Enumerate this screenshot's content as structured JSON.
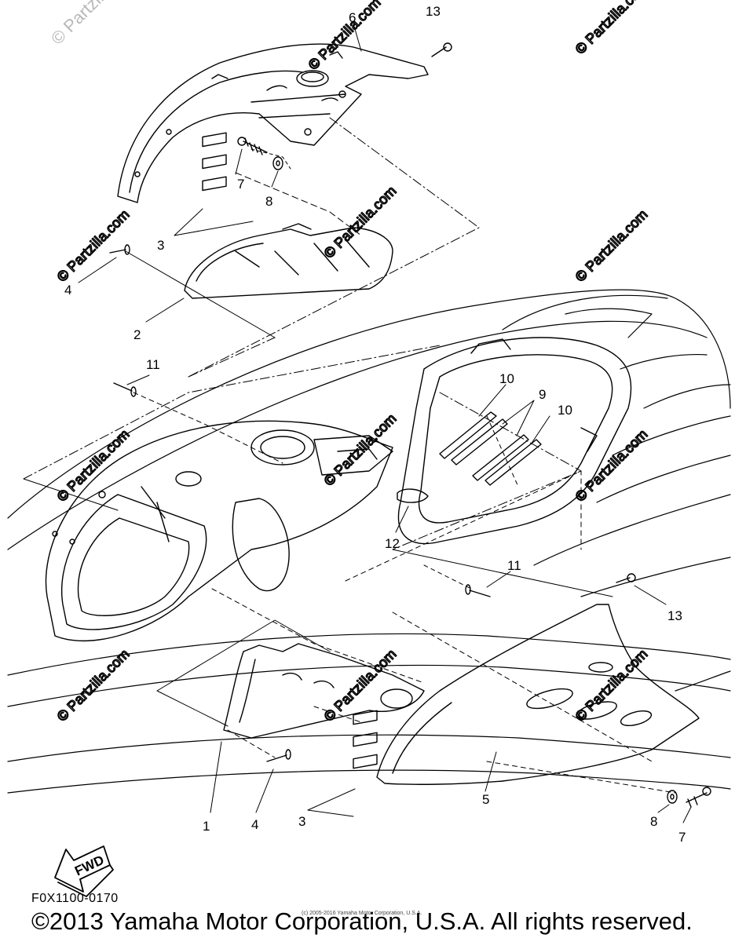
{
  "watermark": {
    "corner_text": "© Partzilla",
    "repeat_text": "© Partzilla.com"
  },
  "callouts": [
    {
      "id": "c13a",
      "label": "13"
    },
    {
      "id": "c6",
      "label": "6"
    },
    {
      "id": "c7a",
      "label": "7"
    },
    {
      "id": "c8a",
      "label": "8"
    },
    {
      "id": "c3a",
      "label": "3"
    },
    {
      "id": "c4a",
      "label": "4"
    },
    {
      "id": "c2",
      "label": "2"
    },
    {
      "id": "c11a",
      "label": "11"
    },
    {
      "id": "c10a",
      "label": "10"
    },
    {
      "id": "c9",
      "label": "9"
    },
    {
      "id": "c10b",
      "label": "10"
    },
    {
      "id": "c12",
      "label": "12"
    },
    {
      "id": "c11b",
      "label": "11"
    },
    {
      "id": "c13b",
      "label": "13"
    },
    {
      "id": "c1",
      "label": "1"
    },
    {
      "id": "c4b",
      "label": "4"
    },
    {
      "id": "c3b",
      "label": "3"
    },
    {
      "id": "c5",
      "label": "5"
    },
    {
      "id": "c8b",
      "label": "8"
    },
    {
      "id": "c7b",
      "label": "7"
    }
  ],
  "fwd_label": "FWD",
  "diagram_code": "F0X1100-0170",
  "tiny_copyright": "(c) 2005-2016 Yamaha Motor Corporation, U.S.A.",
  "copyright": "©2013 Yamaha Motor Corporation, U.S.A. All rights reserved.",
  "colors": {
    "line": "#000000",
    "watermark": "#d9d9d9",
    "background": "#ffffff"
  }
}
